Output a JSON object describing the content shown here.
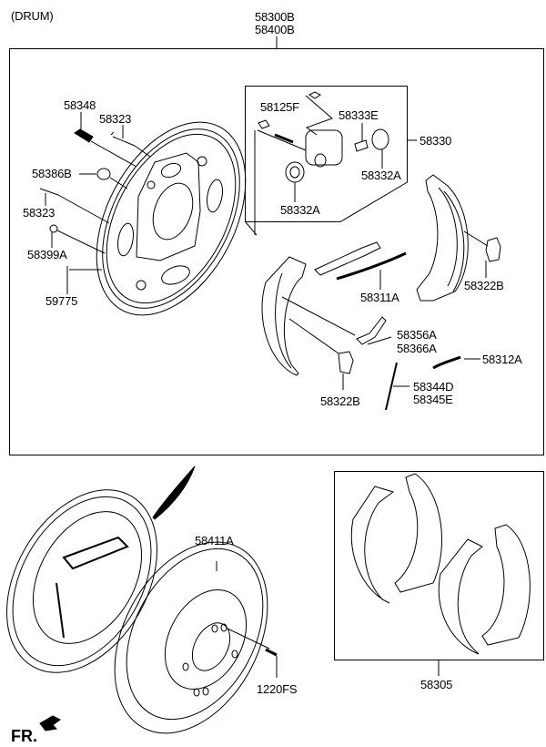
{
  "diagram": {
    "title": "(DRUM)",
    "assembly_labels": [
      "58300B",
      "58400B"
    ],
    "direction_label": "FR.",
    "parts": {
      "bolt": "58348",
      "pin_top": "58323",
      "pin_bottom": "58323",
      "plug": "58386B",
      "washer": "58399A",
      "clip": "59775",
      "bleeder": "58125F",
      "boot_kit": "58333E",
      "wheel_cylinder": "58330",
      "cup_right": "58332A",
      "cup_left": "58332A",
      "adjuster": "58311A",
      "retainer_right": "58322B",
      "lever_1": "58356A",
      "lever_2": "58366A",
      "spring_upper": "58312A",
      "retainer_left": "58322B",
      "spring_lower_1": "58344D",
      "spring_lower_2": "58345E",
      "drum": "58411A",
      "drum_screw": "1220FS",
      "shoe_kit": "58305"
    }
  }
}
